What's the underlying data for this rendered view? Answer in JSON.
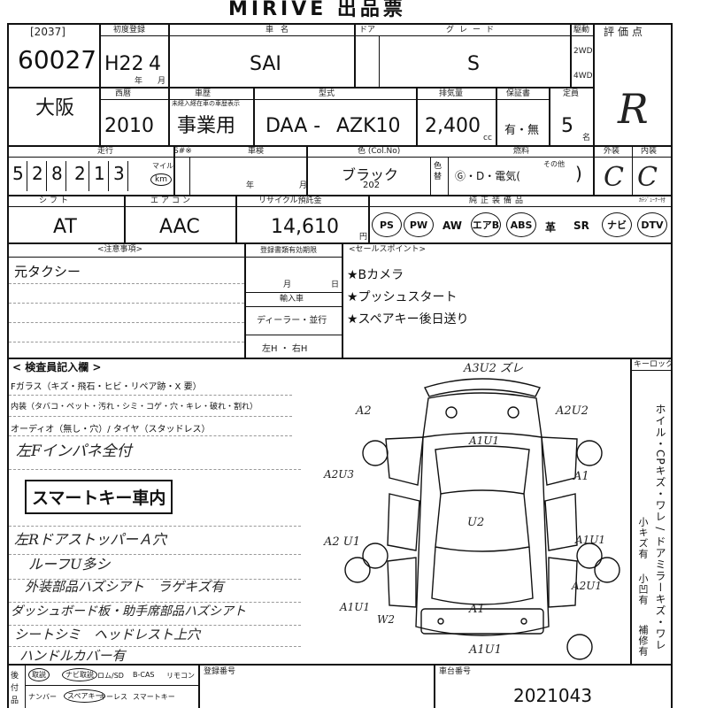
{
  "title": "MIRIVE 出品票",
  "header_labels": {
    "first_reg": "初度登録",
    "car_name": "車名",
    "door": "ドア",
    "grade": "グレード",
    "drive": "駆動",
    "score": "評価点",
    "year_unit": "年",
    "month_unit": "月",
    "seireki": "西暦",
    "shaseki": "車歴",
    "shaseki_note": "未経入経在車の車歴表示",
    "model": "型式",
    "displacement": "排気量",
    "warranty": "保証書",
    "capacity": "定員",
    "cc": "cc",
    "mei": "名",
    "mileage": "走行",
    "s_mark": "S#※",
    "inspection": "車検",
    "color": "色 (Col.No)",
    "fuel": "燃料",
    "exterior": "外装",
    "interior": "内装",
    "mile": "マイル",
    "km": "km",
    "nen": "年",
    "gatsu": "月",
    "shift": "シフト",
    "aircon": "エアコン",
    "recycle": "リサイクル預託金",
    "options": "純正装備品",
    "navi_tuner": "ｶﾃｼﾞｭｰﾅｰ付",
    "yen": "円",
    "notes": "<注意事項>",
    "reg_deadline": "登録書類有効期限",
    "sale_points": "<セールスポイント>",
    "import": "輸入車",
    "dealer": "ディーラー・並行",
    "handle": "左H ・ 右H",
    "mo": "月",
    "day": "日",
    "inspector": "< 検査員記入欄 >",
    "fglass": "Fガラス（キズ・飛石・ヒビ・リペア跡・X 要）",
    "interior_row": "内装（タバコ・ペット・汚れ・シミ・コゲ・穴・キレ・破れ・割れ）",
    "audio": "オーディオ（無し・穴）/ タイヤ（スタッドレス）",
    "keylock": "キーロック",
    "serial_label": "車台番号",
    "doc_label": "登録番号"
  },
  "lot": "[2037]",
  "lot_number": "60027",
  "first_reg_era": "H22",
  "first_reg_month": "4",
  "car_name": "SAI",
  "grade": "S",
  "drive_2wd": "2WD",
  "drive_4wd": "4WD",
  "score": "R",
  "region": "大阪",
  "year": "2010",
  "usage": "事業用",
  "model_prefix": "DAA -",
  "model_code": "AZK10",
  "displacement": "2,400",
  "warranty": "有・無",
  "capacity": "5",
  "mileage_digits": [
    "5",
    "2",
    "8",
    "2",
    "1",
    "3"
  ],
  "color_name": "ブラック",
  "color_code": "202",
  "color_sub": "色替",
  "fuel": "Ⓖ・D・電気(",
  "fuel_other": "その他",
  "fuel_close": ")",
  "exterior_score": "C",
  "interior_score": "C",
  "shift": "AT",
  "aircon": "AAC",
  "recycle": "14,610",
  "equipment": [
    {
      "label": "PS",
      "circled": true
    },
    {
      "label": "PW",
      "circled": true
    },
    {
      "label": "AW",
      "circled": false
    },
    {
      "label": "エアB",
      "circled": true
    },
    {
      "label": "ABS",
      "circled": true
    },
    {
      "label": "革",
      "circled": false
    },
    {
      "label": "SR",
      "circled": false
    },
    {
      "label": "ナビ",
      "circled": true
    },
    {
      "label": "DTV",
      "circled": true
    }
  ],
  "note_main": "元タクシー",
  "sale_points_list": [
    "★Bカメラ",
    "★プッシュスタート",
    "★スペアキー後日送り"
  ],
  "inspector_notes": [
    "左Fインパネ全付",
    "スマートキー車内",
    "左RドアストッパーＡ穴",
    "ルーフU多シ",
    "外装部品ハズシアト　ラゲキズ有",
    "ダッシュボード板・助手席部品ハズシアト",
    "シートシミ　ヘッドレスト上穴",
    "ハンドルカバー有"
  ],
  "diagram_marks": {
    "top": "A3U2 ズレ",
    "left_top": "A2",
    "right_top": "A2U2",
    "hood": "A1U1",
    "left_mid": "A2U3",
    "right_mid": "A1",
    "roof": "U2",
    "left_low": "A2 U1",
    "right_low": "A1U1",
    "right_rear": "A2U1",
    "left_rear": "A1U1",
    "trunk": "A1",
    "rear_left": "W2",
    "bottom": "A1U1"
  },
  "vertical_note": "ホイル・CPキズ・ワレ / ドアミラーキズ・ワレ",
  "vertical_left": "小キズ有",
  "vertical_mid": "小凹有",
  "vertical_right": "補修有",
  "bottom_items_row1": [
    "取説",
    "ナビ取説",
    "ロム/SD",
    "B-CAS",
    "リモコン"
  ],
  "bottom_items_row2": [
    "ナンバー",
    "スペアキー",
    "キーレス",
    "スマートキー"
  ],
  "bottom_side": [
    "後",
    "付",
    "品"
  ],
  "serial_number": "2021043"
}
